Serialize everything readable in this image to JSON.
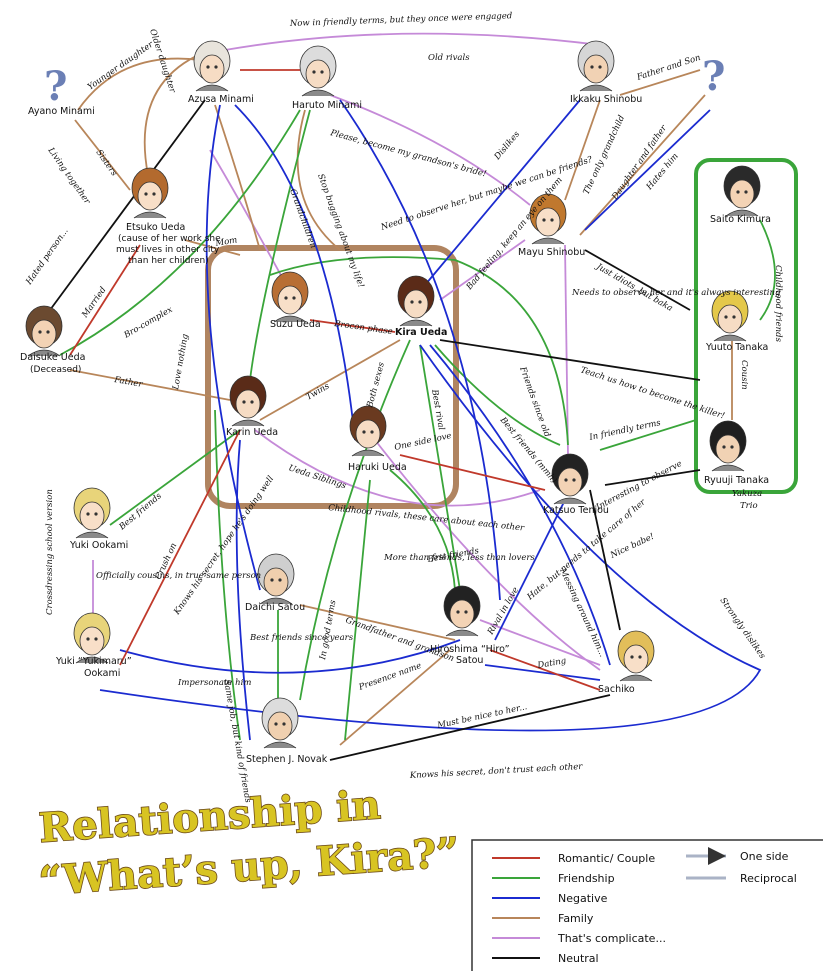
{
  "colors": {
    "romantic": "#c0392b",
    "friendship": "#3aa53a",
    "negative": "#1b2bd0",
    "family": "#b8865a",
    "complicated": "#c58ad8",
    "neutral": "#111111",
    "group_box": "#b08460",
    "trio_box": "#3aa53a"
  },
  "title": {
    "line1": "Relationship in",
    "line2": "“What’s up, Kira?”"
  },
  "characters": {
    "ayano": {
      "name": "Ayano Minami",
      "portrait": "question-mark-icon"
    },
    "azusa": {
      "name": "Azusa Minami",
      "portrait": "elderly-woman-portrait"
    },
    "haruto": {
      "name": "Haruto Minami",
      "portrait": "elderly-man-portrait"
    },
    "ikkaku": {
      "name": "Ikkaku Shinobu",
      "portrait": "elderly-man-portrait"
    },
    "unknown_right": {
      "name": "",
      "portrait": "question-mark-icon"
    },
    "etsuko": {
      "name": "Etsuko Ueda",
      "note1": "(cause of her work she",
      "note2": "must  lives in other city",
      "note3": "than her children)"
    },
    "mayu": {
      "name": "Mayu Shinobu"
    },
    "saito": {
      "name": "Saito Kimura"
    },
    "suzu": {
      "name": "Suzu Ueda"
    },
    "kira": {
      "name": "Kira Ueda"
    },
    "daisuke": {
      "name": "Daisuke Ueda",
      "note": "(Deceased)"
    },
    "yuuto": {
      "name": "Yuuto Tanaka"
    },
    "karin": {
      "name": "Karin Ueda"
    },
    "haruki": {
      "name": "Haruki Ueda"
    },
    "ryuuji": {
      "name": "Ryuuji Tanaka"
    },
    "katsuo": {
      "name": "Katsuo Tenjou"
    },
    "yuki_o": {
      "name": "Yuki Ookami"
    },
    "daichi": {
      "name": "Daichi Satou"
    },
    "hiro": {
      "name": "Hiroshima “Hiro”",
      "name2": "Satou"
    },
    "yukimaru": {
      "name": "Yuki “Yukimaru”",
      "name2": "Ookami"
    },
    "sachiko": {
      "name": "Sachiko"
    },
    "stephen": {
      "name": "Stephen J. Novak"
    }
  },
  "groups": {
    "siblings": "Ueda Siblings",
    "trio1": "Yakuza",
    "trio2": "Trio",
    "childhood": "Childhood friends",
    "cousin": "Cousin"
  },
  "relations": {
    "engaged": "Now in friendly terms, but they once were engaged",
    "old_rivals": "Old rivals",
    "father_son": "Father and Son",
    "older_daughter": "Older daughter",
    "younger_daughter": "Younger daughter",
    "please_bride": "Please, become my grandson's bride!",
    "dislikes": "Dislikes",
    "only_grandchild": "The only grandchild",
    "daughter_father": "Daughter and father",
    "hates_him": "Hates him",
    "sisters": "Sisters",
    "living_together": "Living together",
    "stop_bugging": "Stop bugging about my life!",
    "grandchildren": "Grandchildren",
    "need_observe": "Need to observe her, but maybe we can be friends?",
    "just_idiots": "Just idiots, but baka",
    "mom": "Mom",
    "bad_feeling": "Bad feeling, keep an eye on them",
    "needs_observe": "Needs to observe her and it's always interesting",
    "hated_person": "Hated person...",
    "married": "Married",
    "bro_complex": "Bro-complex",
    "brocon_phase": "Brocon phase",
    "father": "Father",
    "love_nothing": "Love nothing",
    "teach_leader": "Teach us how to become the killer!",
    "twins": "Twins",
    "both_sexes": "Both sexes",
    "best_rival": "Best rival",
    "friends_old": "Friends since old",
    "best_friends_khm": "Best friends (mmh)",
    "friendly_terms": "In friendly terms",
    "one_side_love": "One side love",
    "interesting": "Interesting to observe",
    "childhood_rivals": "Childhood rivals, these care about each other",
    "best_friends": "Best friends",
    "crush": "Crush on",
    "knows_secret": "Knows his secret, hope he's doing well",
    "officially_cousin": "Officially cousins, in true same person",
    "crossdressing": "Crossdressing school version",
    "more_than_friends": "More than friends, less than lovers",
    "best_friends2": "Best friends",
    "nice_babe": "Nice babe!",
    "messing": "Messing around him...",
    "both_care": "Hate, but needs to take care of her",
    "rival_in_love": "Rival in love",
    "grandfather": "Grandfather and grandson",
    "best_friends_years": "Best friends since years",
    "dating": "Dating",
    "impersonate": "Impersonate him",
    "same_job": "Same job, but kind of friends",
    "good_terms": "In good terms",
    "presence": "Presence name",
    "nice_to_her": "Must be nice to her...",
    "strongly_dislikes": "Strongly dislikes",
    "knows_secret2": "Knows his secret, don't trust each other"
  },
  "legend": {
    "romantic": "Romantic/ Couple",
    "friendship": "Friendship",
    "negative": "Negative",
    "family": "Family",
    "complicated": "That's complicate...",
    "neutral": "Neutral",
    "one_side": "One side",
    "reciprocal": "Reciprocal"
  }
}
